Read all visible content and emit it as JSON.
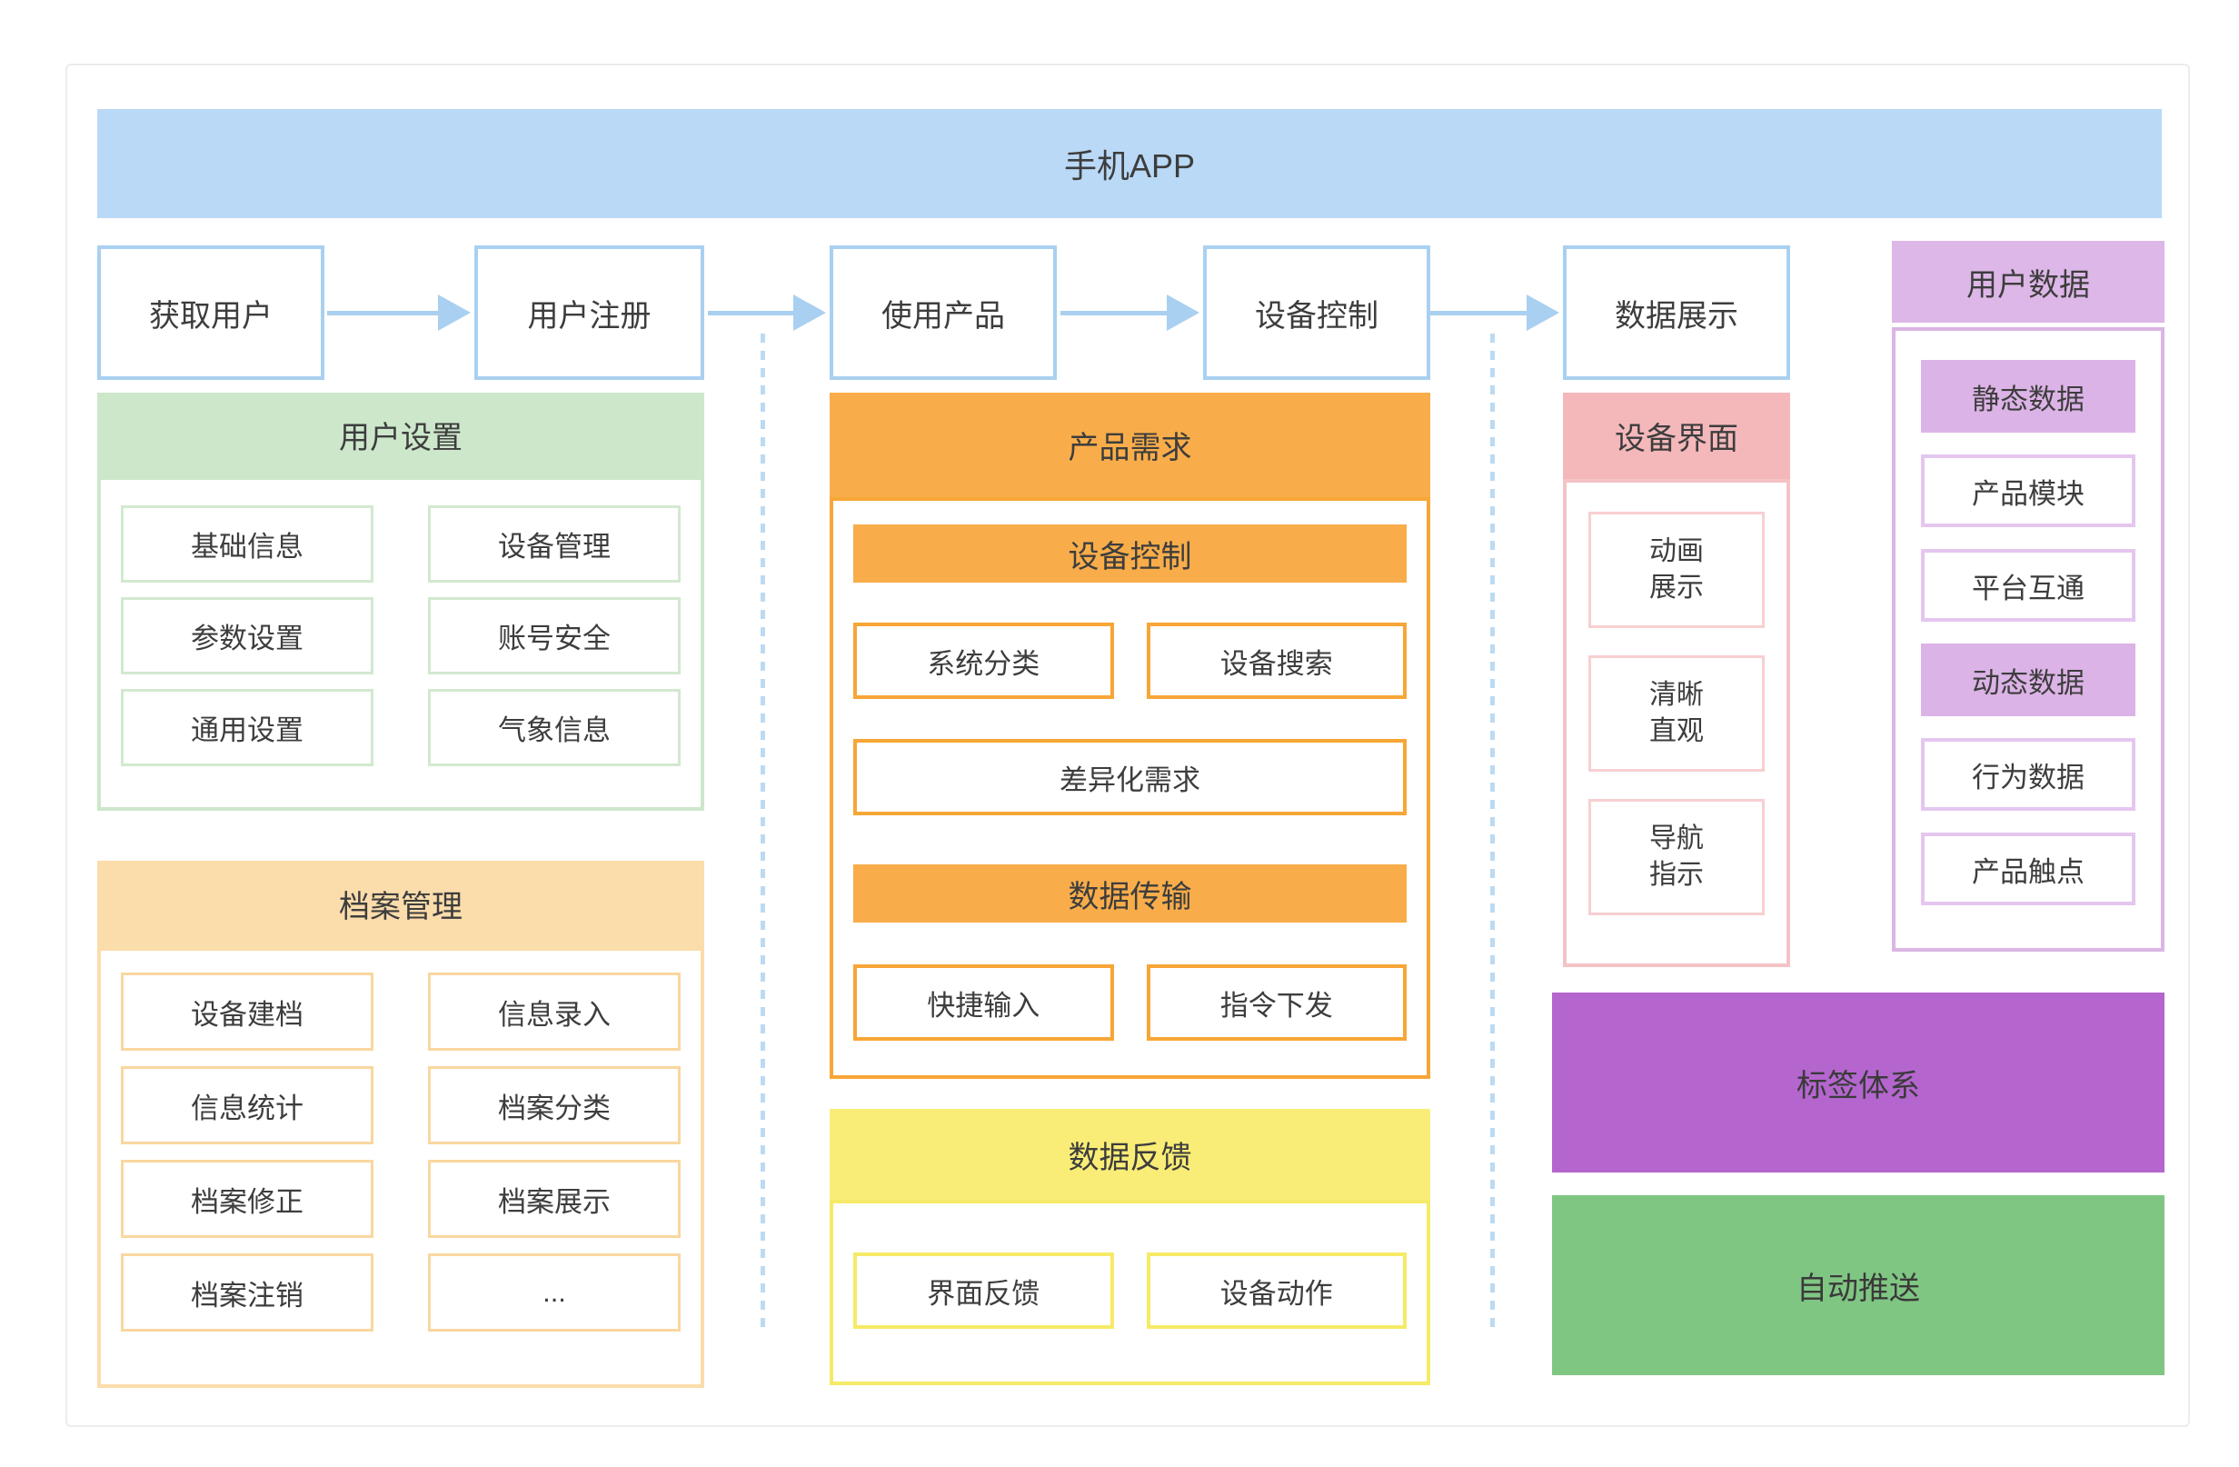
{
  "banner": {
    "title": "手机APP"
  },
  "flow": {
    "steps": [
      "获取用户",
      "用户注册",
      "使用产品",
      "设备控制",
      "数据展示"
    ]
  },
  "user_settings": {
    "title": "用户设置",
    "items": [
      "基础信息",
      "设备管理",
      "参数设置",
      "账号安全",
      "通用设置",
      "气象信息"
    ]
  },
  "archive": {
    "title": "档案管理",
    "items": [
      "设备建档",
      "信息录入",
      "信息统计",
      "档案分类",
      "档案修正",
      "档案展示",
      "档案注销",
      "..."
    ]
  },
  "product": {
    "title": "产品需求",
    "group1": {
      "title": "设备控制",
      "item1": "系统分类",
      "item2": "设备搜索",
      "wide": "差异化需求"
    },
    "group2": {
      "title": "数据传输",
      "item1": "快捷输入",
      "item2": "指令下发"
    }
  },
  "feedback": {
    "title": "数据反馈",
    "item1": "界面反馈",
    "item2": "设备动作"
  },
  "device_ui": {
    "title": "设备界面",
    "items": [
      {
        "line1": "动画",
        "line2": "展示"
      },
      {
        "line1": "清晰",
        "line2": "直观"
      },
      {
        "line1": "导航",
        "line2": "指示"
      }
    ]
  },
  "user_data": {
    "title": "用户数据",
    "items": [
      "静态数据",
      "产品模块",
      "平台互通",
      "动态数据",
      "行为数据",
      "产品触点"
    ]
  },
  "tag_system": {
    "title": "标签体系"
  },
  "auto_push": {
    "title": "自动推送"
  },
  "colors": {
    "banner_blue": "#b9d9f6",
    "flow_border_blue": "#a9d0f0",
    "dashed_line_blue": "#bcdaf3",
    "green_light": "#cde7cb",
    "orange_light": "#fbdcab",
    "orange": "#f8ad4a",
    "yellow": "#f9ed77",
    "pink": "#f4b8bb",
    "purple_light": "#ddb7e7",
    "purple_solid": "#b466ce",
    "green_solid": "#80c683",
    "text": "#3d3d3d"
  }
}
